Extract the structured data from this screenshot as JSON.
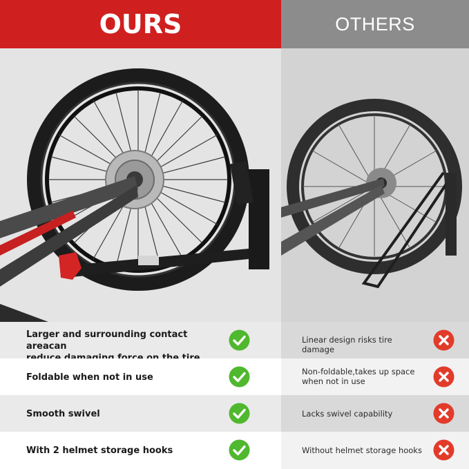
{
  "header": {
    "ours_label": "OURS",
    "others_label": "OTHERS"
  },
  "colors": {
    "ours_header": "#d01f1f",
    "others_header": "#8c8c8c",
    "check_green": "#4fb82e",
    "cross_red": "#e23b2a"
  },
  "icons": {
    "ours": "check-icon",
    "others": "cross-icon"
  },
  "rows": [
    {
      "ours_line1": "Larger and surrounding contact areacan",
      "ours_line2": "reduce damaging force on the tire",
      "others_line1": "Linear design risks tire damage",
      "others_line2": ""
    },
    {
      "ours_line1": "Foldable when not in use",
      "ours_line2": "",
      "others_line1": "Non-foldable,takes up space",
      "others_line2": "when not in use"
    },
    {
      "ours_line1": "Smooth swivel",
      "ours_line2": "",
      "others_line1": "Lacks swivel capability",
      "others_line2": ""
    },
    {
      "ours_line1": "With 2 helmet storage hooks",
      "ours_line2": "",
      "others_line1": "Without helmet storage hooks",
      "others_line2": ""
    }
  ]
}
